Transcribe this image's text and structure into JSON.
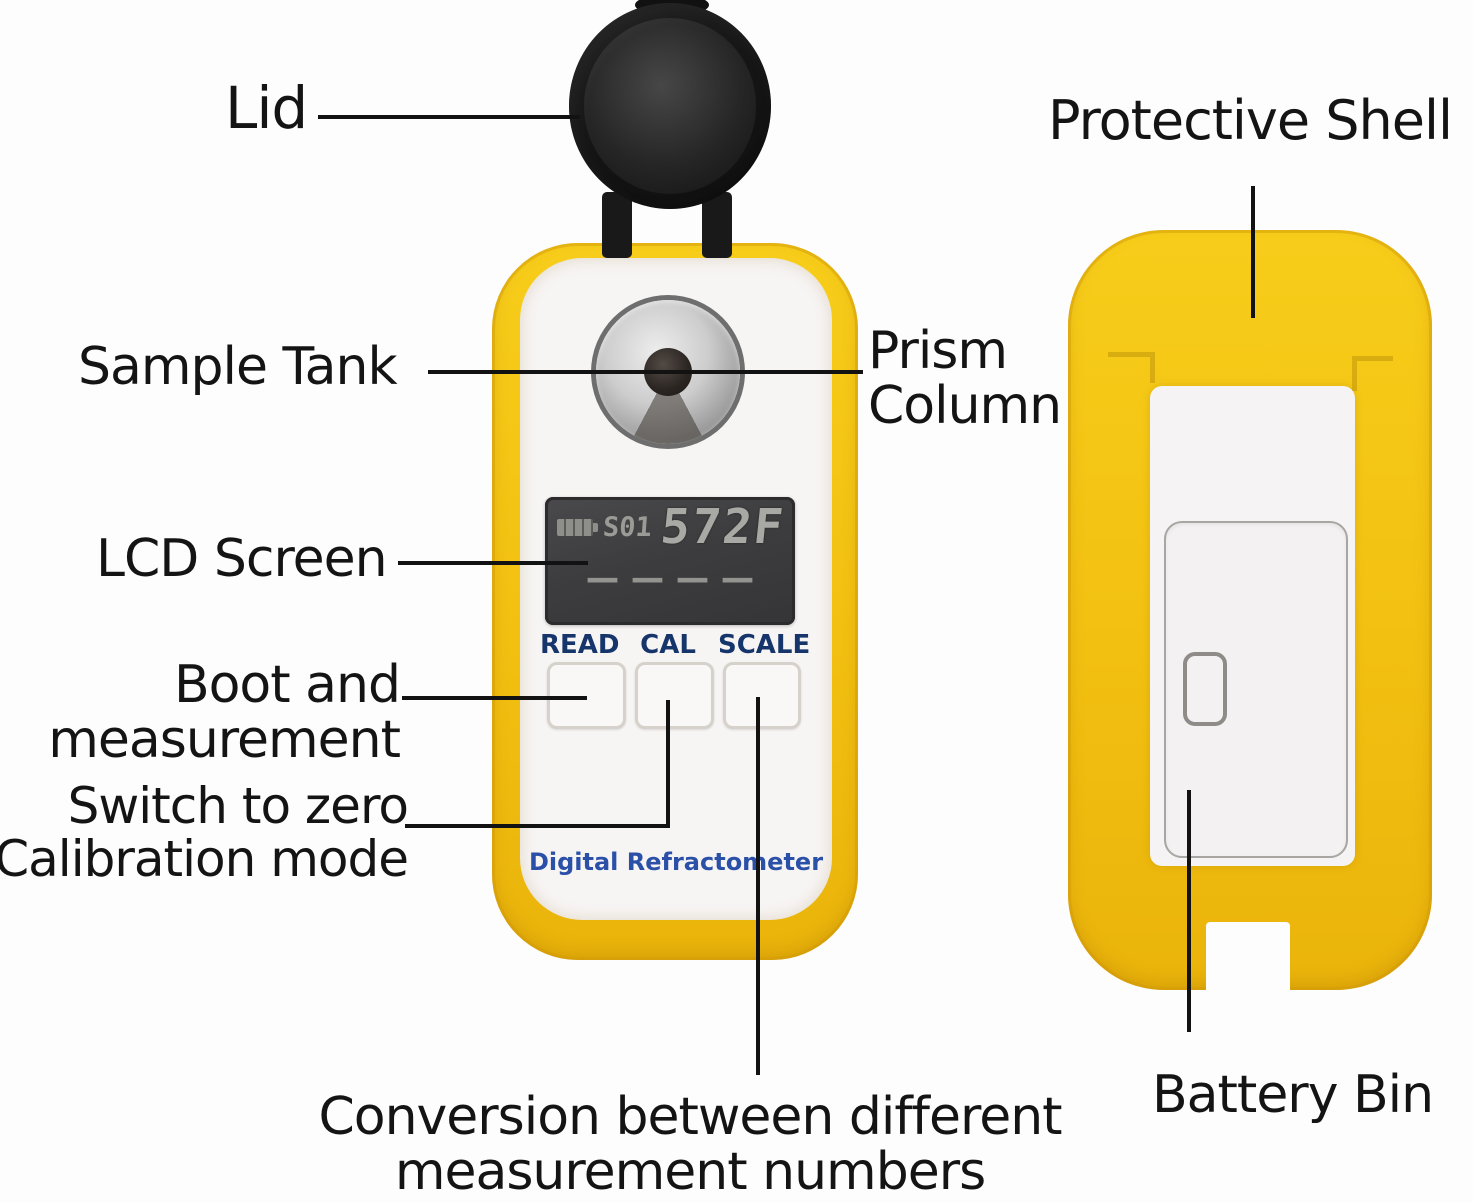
{
  "labels": {
    "lid": "Lid",
    "sample_tank": "Sample Tank",
    "prism_column_line1": "Prism",
    "prism_column_line2": "Column",
    "lcd_screen": "LCD Screen",
    "boot_line1": "Boot and",
    "boot_line2": "measurement",
    "switch_line1": "Switch to zero",
    "switch_line2": "Calibration mode",
    "conversion_line1": "Conversion between different",
    "conversion_line2": "measurement numbers",
    "protective_shell": "Protective Shell",
    "battery_bin": "Battery Bin"
  },
  "front": {
    "lcd": {
      "battery_icon": "battery-icon",
      "mode": "S01",
      "reading": "572F",
      "dash": "–"
    },
    "buttons": [
      "READ",
      "CAL",
      "SCALE"
    ],
    "brand": "Digital Refractometer"
  },
  "colors": {
    "shell_yellow": "#F2C011",
    "face_white": "#F7F4F4",
    "lcd_dark": "#3D3D3F",
    "lcd_text": "#A0A09C",
    "button_label_navy": "#16366B",
    "brand_blue": "#2B50A8",
    "label_black": "#141414"
  }
}
